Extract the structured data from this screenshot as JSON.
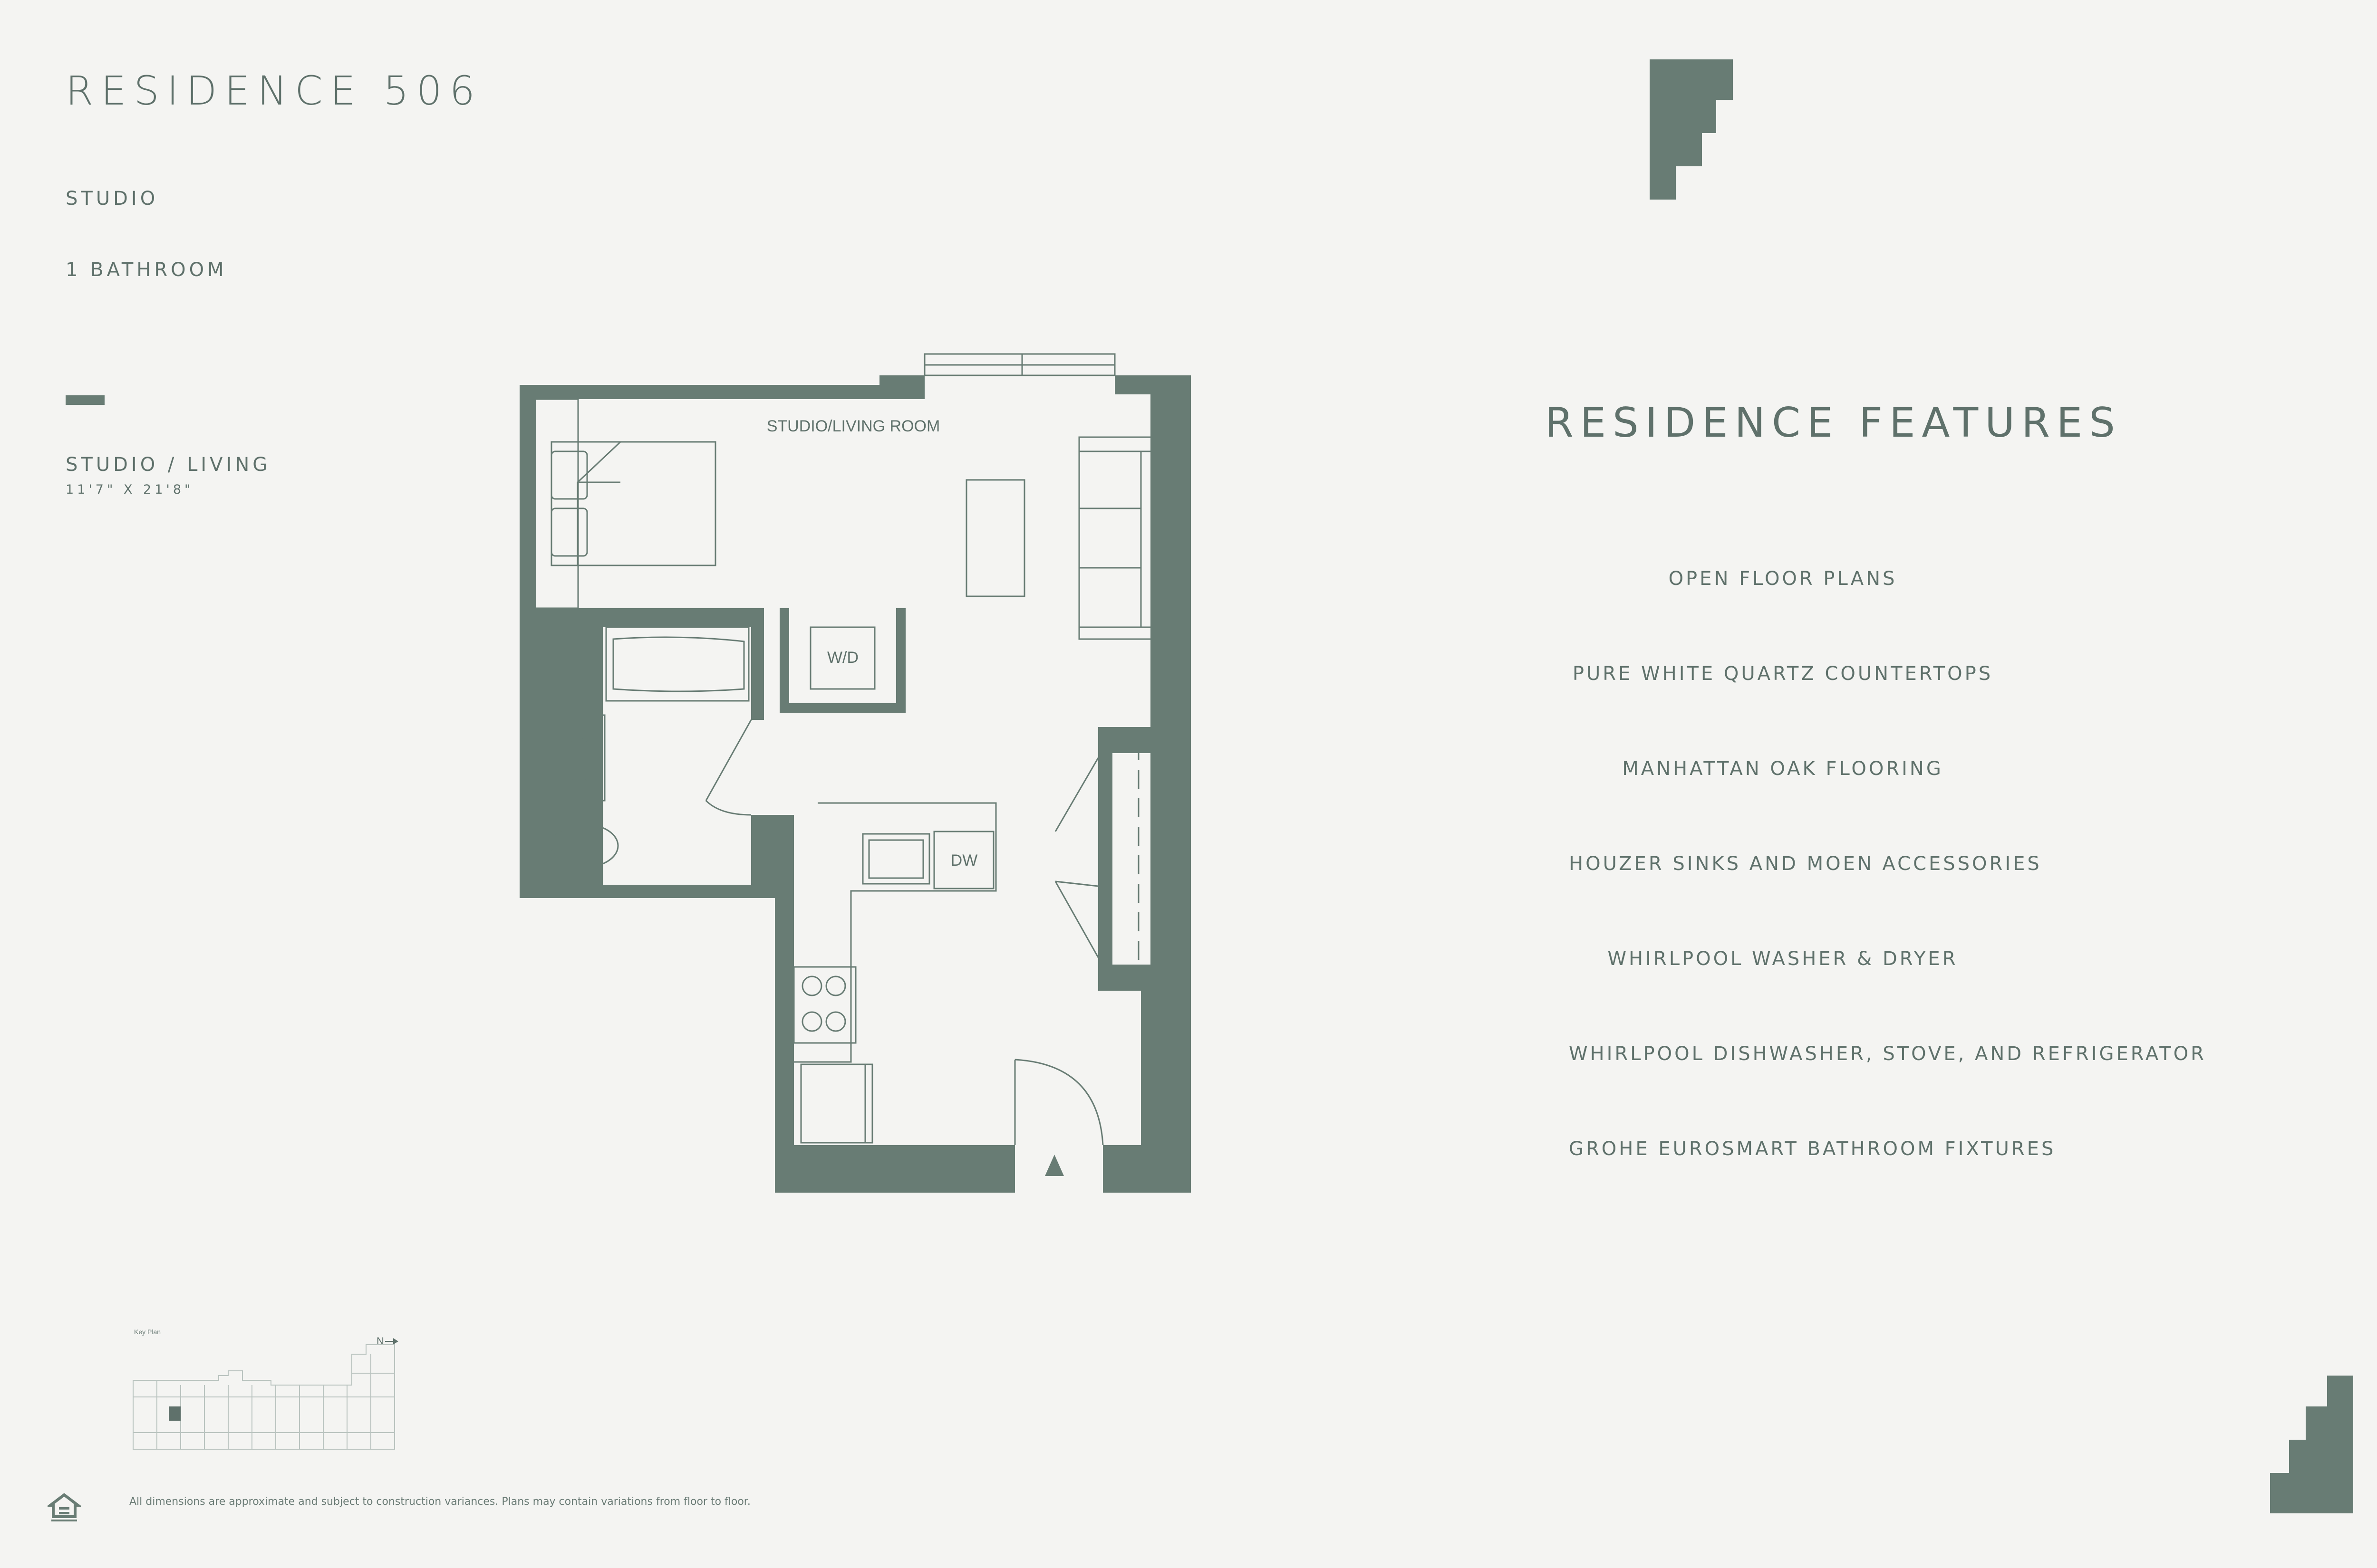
{
  "header": {
    "title": "RESIDENCE 506",
    "unit_type": "STUDIO",
    "bathrooms": "1 BATHROOM",
    "room_name": "STUDIO / LIVING",
    "room_dimensions": "11'7\" X 21'8\""
  },
  "floorplan": {
    "room_label": "STUDIO/LIVING ROOM",
    "washer_dryer": "W/D",
    "dishwasher": "DW"
  },
  "features": {
    "title": "RESIDENCE FEATURES",
    "items": [
      "OPEN FLOOR PLANS",
      "PURE WHITE QUARTZ COUNTERTOPS",
      "MANHATTAN OAK FLOORING",
      "HOUZER SINKS AND MOEN ACCESSORIES",
      "WHIRLPOOL WASHER & DRYER",
      "WHIRLPOOL DISHWASHER, STOVE, AND REFRIGERATOR",
      "GROHE EUROSMART BATHROOM FIXTURES"
    ]
  },
  "key_plan": {
    "label": "Key Plan",
    "north": "N"
  },
  "footer": {
    "disclaimer": "All dimensions are approximate and subject to construction variances. Plans may contain variations from floor to floor."
  },
  "colors": {
    "wall": "#687c74",
    "background": "#f4f4f2",
    "text": "#5f716b"
  }
}
